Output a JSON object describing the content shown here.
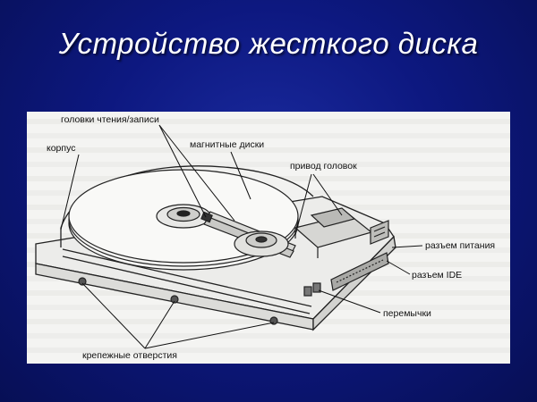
{
  "slide": {
    "title": "Устройство жесткого диска",
    "background_color": "#0d1880",
    "title_color": "#ffffff"
  },
  "diagram": {
    "labels": {
      "heads": "головки чтения/записи",
      "case": "корпус",
      "platters": "магнитные диски",
      "actuator": "привод головок",
      "power": "разъем питания",
      "ide": "разъем IDE",
      "jumpers": "перемычки",
      "mounting": "крепежные отверстия"
    }
  }
}
